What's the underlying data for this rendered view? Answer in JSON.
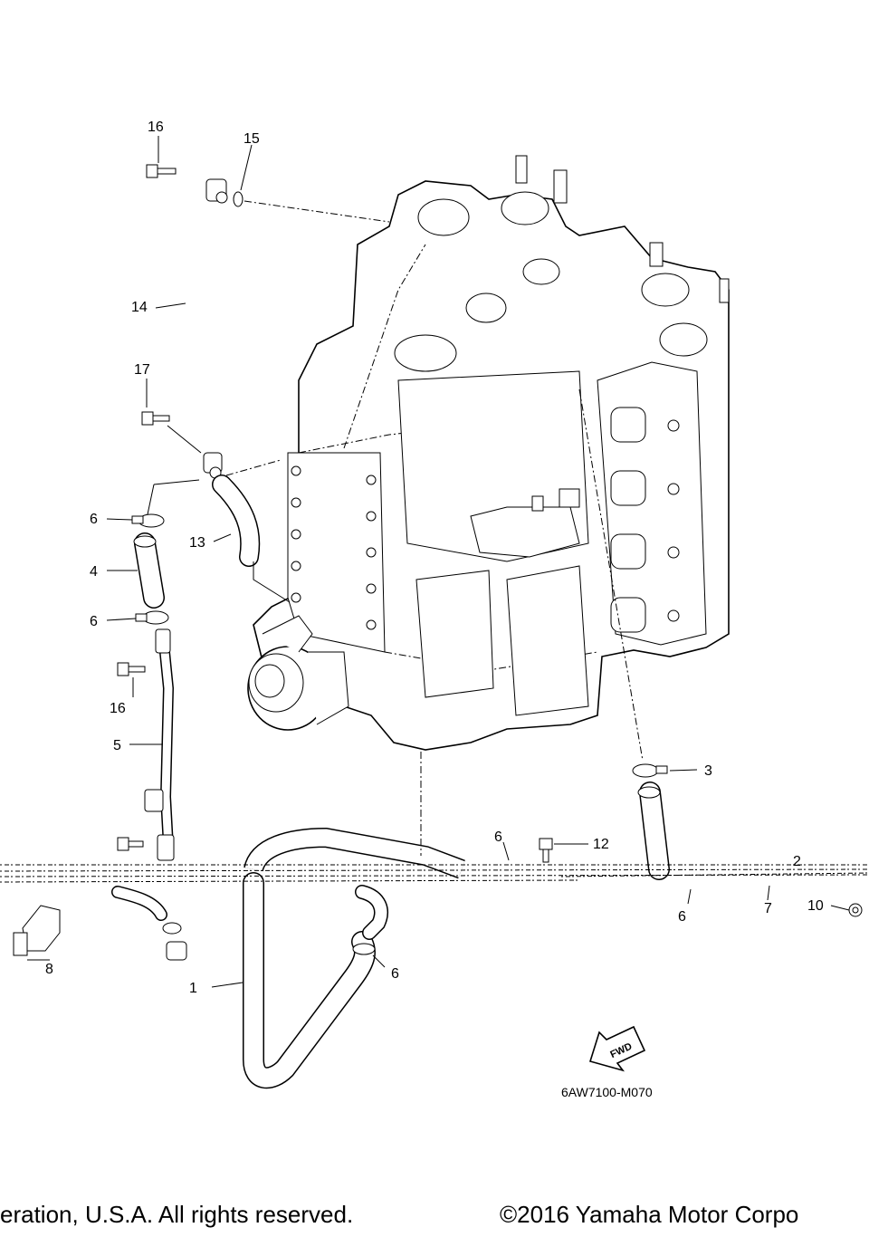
{
  "callouts": [
    "16",
    "15",
    "14",
    "17",
    "13",
    "6",
    "4",
    "6",
    "16",
    "5",
    "3",
    "6",
    "12",
    "2",
    "8",
    "1",
    "6",
    "6",
    "7",
    "10"
  ],
  "diagram_code": "6AW7100-M070",
  "fwd_label": "FWD",
  "footer": {
    "left": "eration, U.S.A. All rights reserved.",
    "right": "©2016 Yamaha Motor Corpo"
  }
}
